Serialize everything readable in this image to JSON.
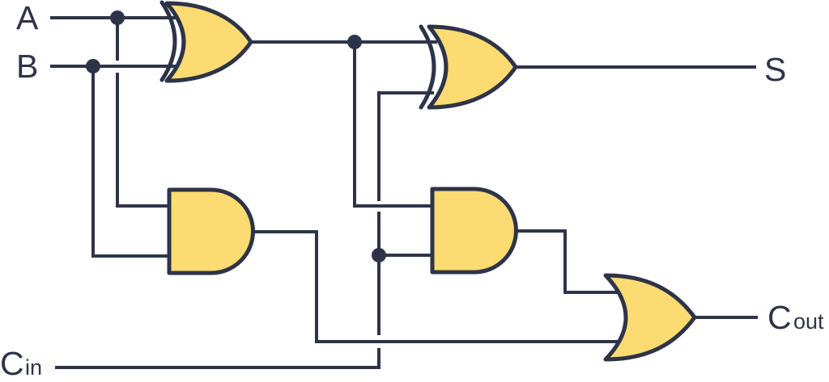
{
  "labels": {
    "input_a": "A",
    "input_b": "B",
    "input_cin": {
      "base": "C",
      "sub": "in"
    },
    "output_s": "S",
    "output_cout": {
      "base": "C",
      "sub": "out"
    }
  },
  "colors": {
    "line": "#2E3448",
    "gate_fill": "#FBDB72",
    "background": "#FFFFFF"
  },
  "circuit": {
    "type": "full-adder",
    "inputs": [
      "A",
      "B",
      "Cin"
    ],
    "outputs": [
      "S",
      "Cout"
    ],
    "gates": [
      {
        "id": "xor1",
        "type": "XOR",
        "inputs": [
          "A",
          "B"
        ],
        "output": "internal"
      },
      {
        "id": "xor2",
        "type": "XOR",
        "inputs": [
          "xor1",
          "Cin"
        ],
        "output": "S"
      },
      {
        "id": "and1",
        "type": "AND",
        "inputs": [
          "A",
          "B"
        ],
        "output": "internal"
      },
      {
        "id": "and2",
        "type": "AND",
        "inputs": [
          "xor1",
          "Cin"
        ],
        "output": "internal"
      },
      {
        "id": "or1",
        "type": "OR",
        "inputs": [
          "and2",
          "and1"
        ],
        "output": "Cout"
      }
    ],
    "junctions": [
      "A-branch",
      "B-branch",
      "xor1-out-branch",
      "Cin-branch"
    ]
  }
}
